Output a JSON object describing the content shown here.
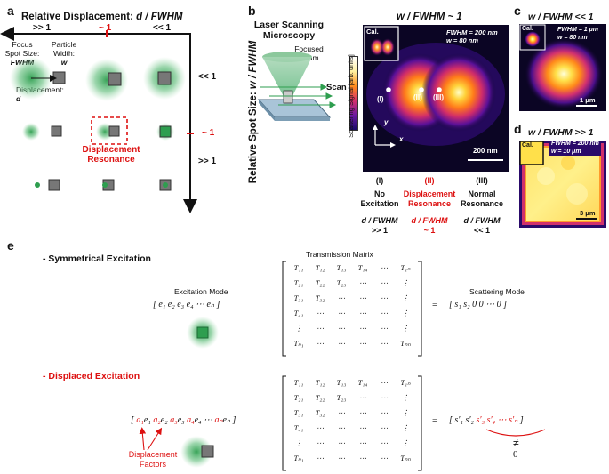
{
  "panels": {
    "a": "a",
    "b": "b",
    "c": "c",
    "d": "d",
    "e": "e"
  },
  "a": {
    "title_prefix": "Relative Displacement:",
    "title_var": "d / FWHM",
    "cols": [
      ">> 1",
      "~ 1",
      "<< 1"
    ],
    "rows": [
      "<< 1",
      "~ 1",
      ">> 1"
    ],
    "vertical_title_prefix": "Relative Spot Size:",
    "vertical_title_var": "w / FWHM",
    "focus_label_1": "Focus",
    "focus_label_2": "Spot Size:",
    "focus_var": "FWHM",
    "particle_label_1": "Particle",
    "particle_label_2": "Width:",
    "particle_var": "w",
    "disp_label": "Displacement:",
    "disp_var": "d",
    "resonance_1": "Displacement",
    "resonance_2": "Resonance"
  },
  "b": {
    "title_1": "Laser Scanning",
    "title_2": "Microscopy",
    "beam_1": "Focused",
    "beam_2": "Beam",
    "scan": "Scan",
    "image_title": "w / FWHM ~ 1",
    "cal": "Cal.",
    "fwhm": "FWHM = 200 nm",
    "w": "w = 80 nm",
    "colorbar": "Scattering Signal [arb. units]",
    "scale": "200 nm",
    "axis_y": "y",
    "axis_x": "x",
    "points": [
      "(I)",
      "(II)",
      "(III)"
    ],
    "cases": [
      {
        "num": "(I)",
        "line1": "No",
        "line2": "Excitation",
        "ratio": "d / FWHM",
        "val": ">> 1"
      },
      {
        "num": "(II)",
        "line1": "Displacement",
        "line2": "Resonance",
        "ratio": "d / FWHM",
        "val": "~ 1"
      },
      {
        "num": "(III)",
        "line1": "Normal",
        "line2": "Resonance",
        "ratio": "d / FWHM",
        "val": "<< 1"
      }
    ]
  },
  "c": {
    "title": "w / FWHM << 1",
    "cal": "Cal.",
    "fwhm": "FWHM = 1 μm",
    "w": "w = 80 nm",
    "scale": "1 μm"
  },
  "d": {
    "title": "w / FWHM >> 1",
    "cal": "Cal.",
    "fwhm": "FWHM = 200 nm",
    "w": "w = 10 μm",
    "scale": "3 μm"
  },
  "e": {
    "sym_title": "- Symmetrical Excitation",
    "disp_title": "- Displaced Excitation",
    "transmission": "Transmission Matrix",
    "excitation_mode": "Excitation Mode",
    "scattering_mode": "Scattering Mode",
    "sym_vec": "[ e₁  e₂  e₃  e₄  ⋯  eₙ ]",
    "sym_out": "[ s₁  s₂  0  0  ⋯  0 ]",
    "disp_out_black": "[ s′₁  s′₂",
    "disp_out_red": "s′₃  s′₄  ⋯  s′ₙ",
    "neq": "≠",
    "zero": "0",
    "equals": "=",
    "disp_factors_1": "Displacement",
    "disp_factors_2": "Factors",
    "matrix": [
      [
        "T₁₁",
        "T₁₂",
        "T₁₃",
        "T₁₄",
        "⋯",
        "T₁ₙ"
      ],
      [
        "T₂₁",
        "T₂₂",
        "T₂₃",
        "⋯",
        "⋯",
        "⋮"
      ],
      [
        "T₃₁",
        "T₃₂",
        "⋯",
        "⋯",
        "⋯",
        "⋮"
      ],
      [
        "T₄₁",
        "⋯",
        "⋯",
        "⋯",
        "⋯",
        "⋮"
      ],
      [
        "⋮",
        "⋯",
        "⋯",
        "⋯",
        "⋯",
        "⋮"
      ],
      [
        "Tₙ₁",
        "⋯",
        "⋯",
        "⋯",
        "⋯",
        "Tₙₙ"
      ]
    ]
  },
  "colors": {
    "red": "#dd1111",
    "green": "#2e9e4f",
    "particle": "#666666"
  }
}
